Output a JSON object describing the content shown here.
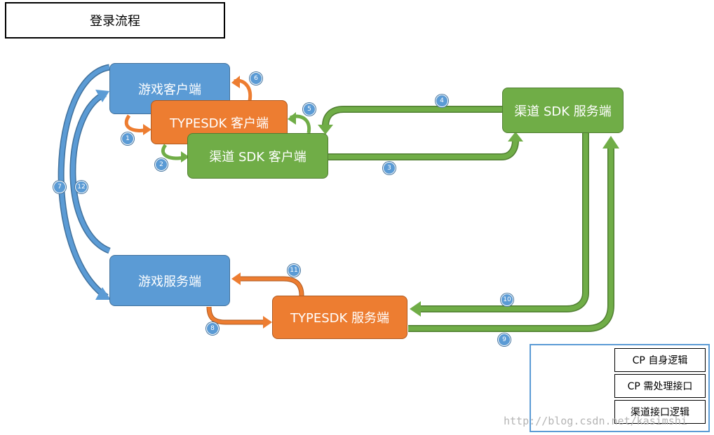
{
  "title": "登录流程",
  "nodes": {
    "game_client": "游戏客户端",
    "typesdk_client": "TYPESDK 客户端",
    "channel_sdk_client": "渠道 SDK 客户端",
    "channel_sdk_server": "渠道 SDK 服务端",
    "game_server": "游戏服务端",
    "typesdk_server": "TYPESDK 服务端"
  },
  "steps": [
    "1",
    "2",
    "3",
    "4",
    "5",
    "6",
    "7",
    "8",
    "9",
    "10",
    "11",
    "12"
  ],
  "legend": [
    {
      "label": "CP 自身逻辑",
      "color": "#5b9bd5"
    },
    {
      "label": "CP 需处理接口",
      "color": "#ed7d31"
    },
    {
      "label": "渠道接口逻辑",
      "color": "#70ad47"
    }
  ],
  "colors": {
    "blue": "#5b9bd5",
    "orange": "#ed7d31",
    "green": "#70ad47"
  },
  "watermark": "http://blog.csdn.net/kasimshi"
}
